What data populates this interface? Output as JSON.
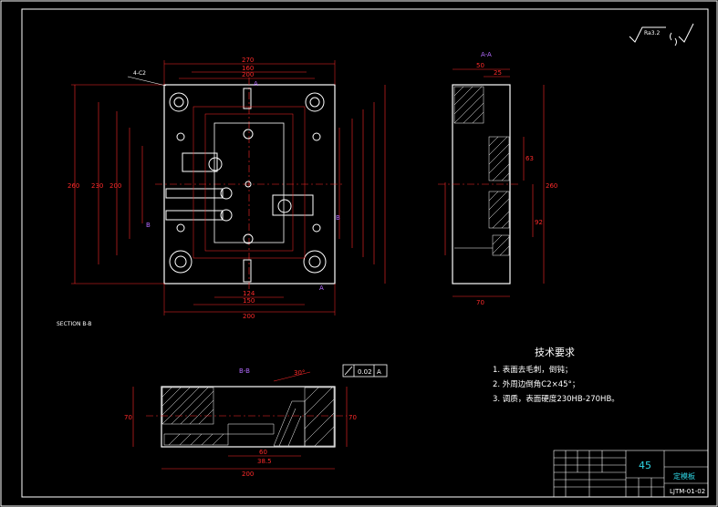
{
  "title_block": {
    "material": "45",
    "part_name": "定模板",
    "drawing_number": "LJTM-01-02"
  },
  "tech_requirements": {
    "heading": "技术要求",
    "items": [
      "1. 表面去毛刺，倒钝；",
      "2. 外周边倒角C2×45°；",
      "3. 调质，表面硬度230HB-270HB。"
    ]
  },
  "section_labels": {
    "aa": "A-A",
    "bb": "B-B",
    "section_bb": "SECTION B-B",
    "a_mark": "A",
    "b_mark": "B"
  },
  "roughness": {
    "value": "Ra3.2"
  },
  "tolerance": {
    "value": "0.02",
    "datum": "A"
  },
  "dims_front": {
    "overall_width": "270",
    "span1": "160",
    "span2": "200",
    "overall_height": "260",
    "h1": "230",
    "h2": "200",
    "bottom1": "124",
    "bottom2": "150",
    "bottom3": "200",
    "chamfer": "4-C2"
  },
  "dims_side": {
    "total_width": "70",
    "top1": "25",
    "top2": "50",
    "height": "260",
    "side1": "92",
    "side2": "63"
  },
  "dims_bb": {
    "angle": "30°",
    "width": "200",
    "height": "70",
    "d1": "60",
    "d2": "38.5"
  }
}
